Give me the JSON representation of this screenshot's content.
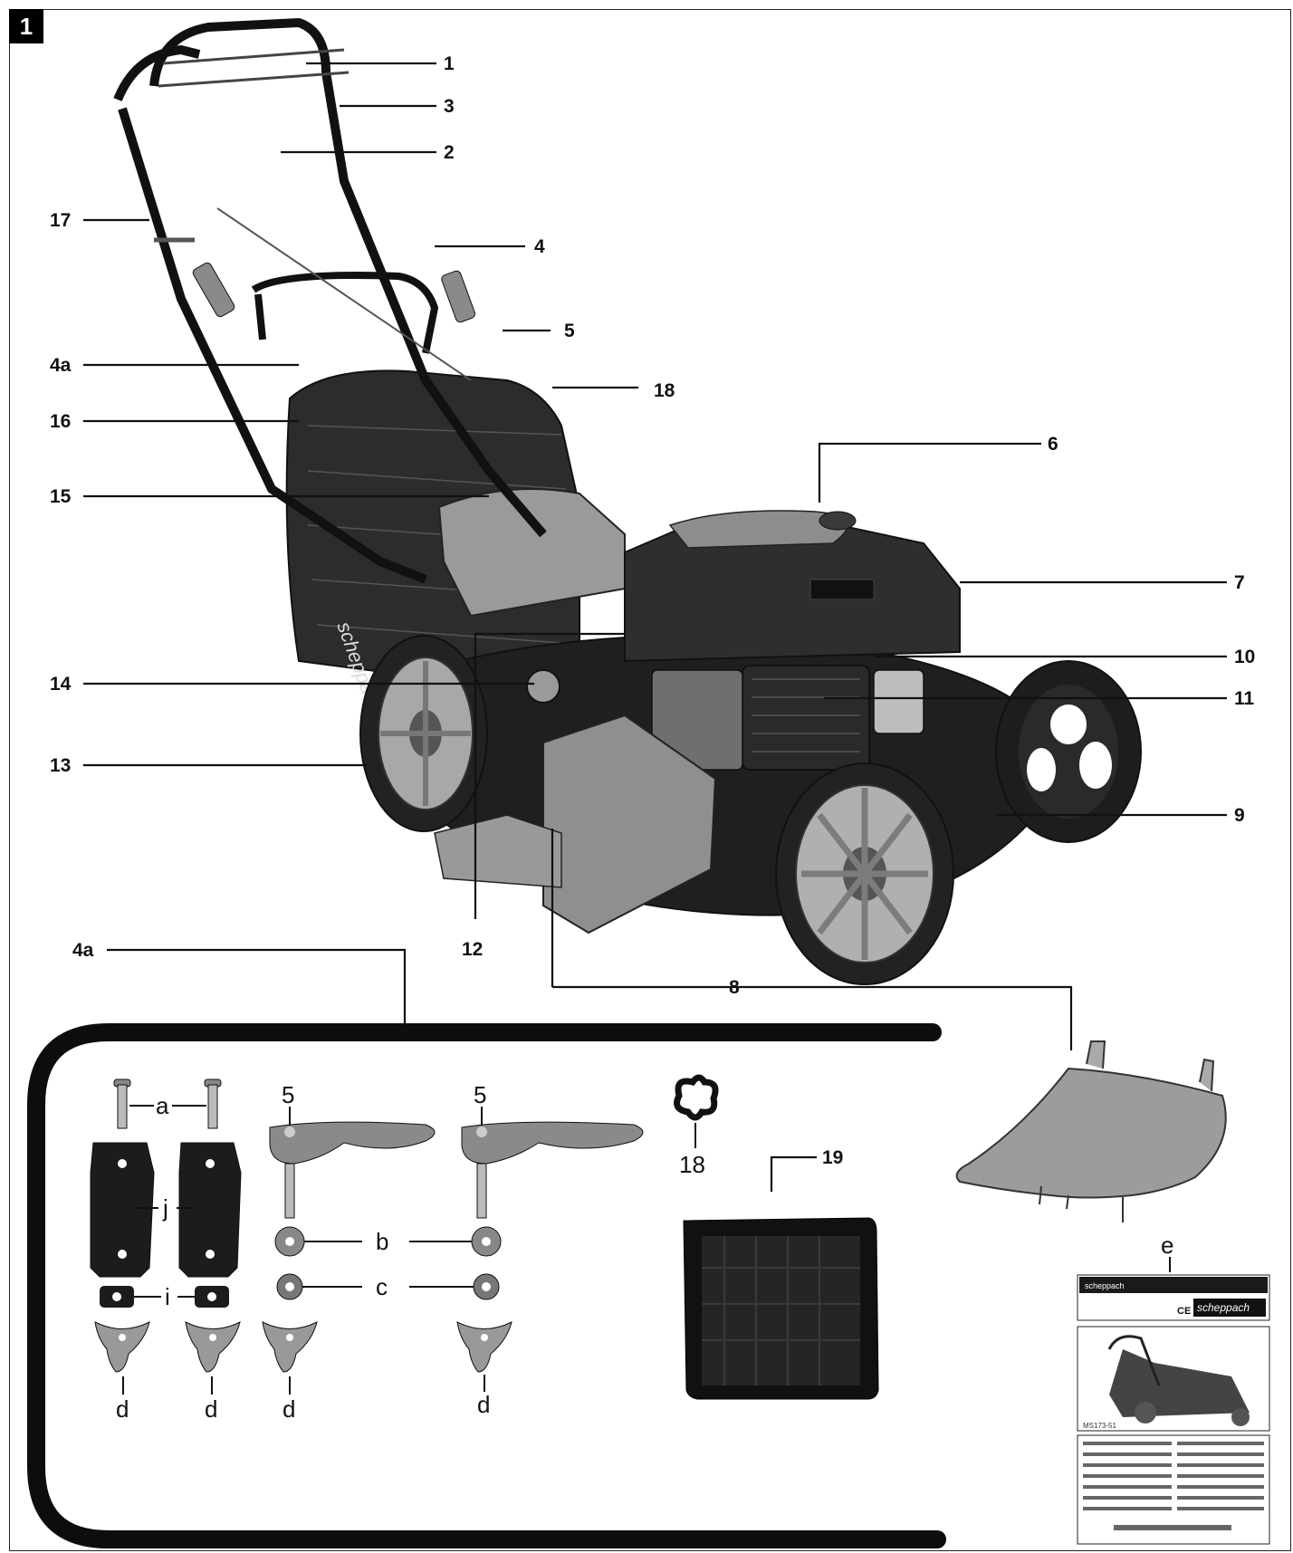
{
  "figure": {
    "number": "1"
  },
  "callouts": {
    "c1": "1",
    "c2": "2",
    "c3": "3",
    "c4": "4",
    "c4a": "4a",
    "c5": "5",
    "c6": "6",
    "c7": "7",
    "c8": "8",
    "c9": "9",
    "c10": "10",
    "c11": "11",
    "c12": "12",
    "c13": "13",
    "c14": "14",
    "c15": "15",
    "c16": "16",
    "c17": "17",
    "c18": "18",
    "c4a_parts": "4a",
    "c18_parts": "18",
    "c19": "19"
  },
  "parts_labels": {
    "a": "a",
    "j": "j",
    "i": "i",
    "d": "d",
    "b": "b",
    "c": "c",
    "e": "e",
    "five": "5"
  },
  "product": {
    "brand": "scheppach",
    "ce_mark": "CE",
    "model": "MS173-51"
  },
  "colors": {
    "ink": "#111111",
    "body_gray": "#8a8a8a",
    "dark_gray": "#3a3a3a",
    "tube": "#0d0d0d"
  }
}
